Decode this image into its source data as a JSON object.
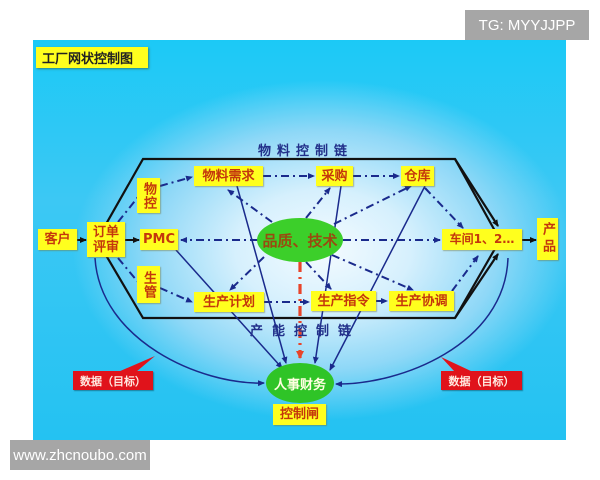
{
  "diagram": {
    "title": "工厂网状控制图",
    "chains": {
      "material": "物料控制链",
      "capacity": "产能控制链"
    },
    "nodes": {
      "customer": "客户",
      "order_review": "订单评审",
      "pmc": "PMC",
      "material_control": "物控",
      "production_mgmt": "生管",
      "material_demand": "物料需求",
      "purchasing": "采购",
      "warehouse": "仓库",
      "quality_tech": "品质、技术",
      "workshop": "车间1、2…",
      "product": "产品",
      "production_plan": "生产计划",
      "production_order": "生产指令",
      "production_coord": "生产协调",
      "hr_finance": "人事财务",
      "control_gate": "控制闸"
    },
    "data_tags": {
      "left": "数据（目标）",
      "right": "数据（目标）"
    },
    "colors": {
      "box_fill": "#ffff1e",
      "box_text": "#c4370c",
      "arrow_blue": "#1a2a8c",
      "ellipse_green": "#3ccf2a",
      "tag_red": "#e0131b",
      "dashed_red": "#e8442a"
    }
  },
  "watermarks": {
    "top_right": "TG: MYYJJPP",
    "bottom_left": "www.zhcnoubo.com"
  }
}
